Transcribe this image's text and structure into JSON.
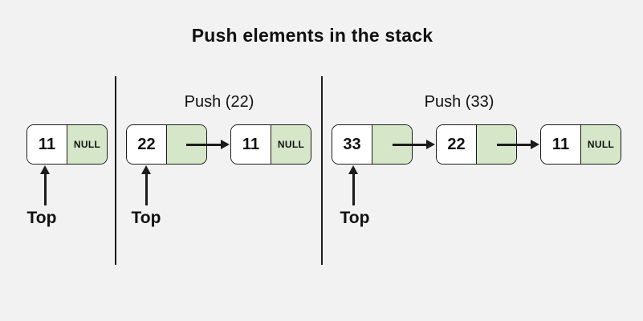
{
  "title": "Push elements in the stack",
  "colors": {
    "background": "#f2f2f2",
    "node-fill": "#ffffff",
    "pointer-fill": "#d6e6c9",
    "line": "#1c1c1c",
    "text": "#111111"
  },
  "panels": [
    {
      "name": "initial",
      "label": "",
      "top_label": "Top",
      "nodes": [
        {
          "value": "11",
          "pointer": "NULL"
        }
      ]
    },
    {
      "name": "push-22",
      "label": "Push (22)",
      "top_label": "Top",
      "nodes": [
        {
          "value": "22",
          "pointer": ""
        },
        {
          "value": "11",
          "pointer": "NULL"
        }
      ]
    },
    {
      "name": "push-33",
      "label": "Push (33)",
      "top_label": "Top",
      "nodes": [
        {
          "value": "33",
          "pointer": ""
        },
        {
          "value": "22",
          "pointer": ""
        },
        {
          "value": "11",
          "pointer": "NULL"
        }
      ]
    }
  ]
}
